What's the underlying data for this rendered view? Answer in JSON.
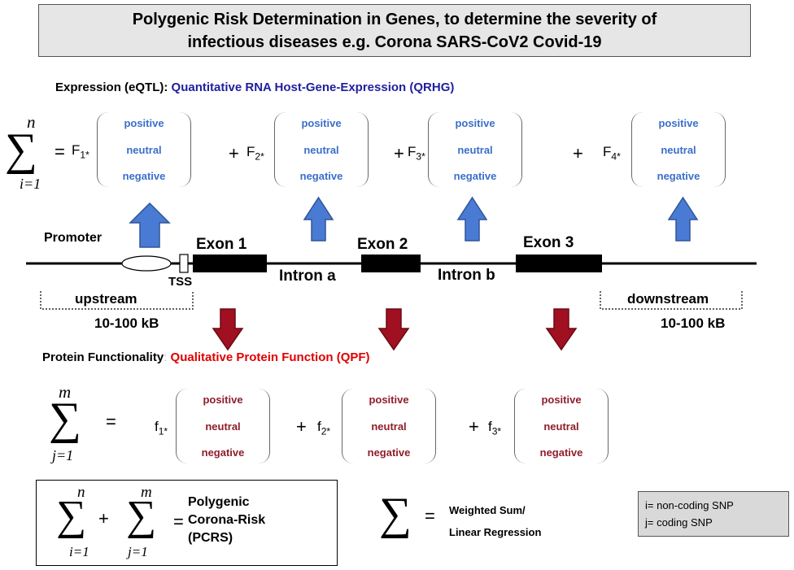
{
  "title": {
    "line1": "Polygenic Risk Determination in Genes, to determine the severity of",
    "line2": "infectious diseases e.g. Corona SARS-CoV2 Covid-19"
  },
  "expression": {
    "prefix": "Expression (eQTL): ",
    "highlight": "Quantitative RNA Host-Gene-Expression (QRHG)",
    "sum_upper": "n",
    "sum_lower": "i=1",
    "equals": "=",
    "plus": "+",
    "factors": [
      {
        "base": "F",
        "sub": "1*",
        "states": [
          "positive",
          "neutral",
          "negative"
        ]
      },
      {
        "base": "F",
        "sub": "2*",
        "states": [
          "positive",
          "neutral",
          "negative"
        ]
      },
      {
        "base": "F",
        "sub": "3*",
        "states": [
          "positive",
          "neutral",
          "negative"
        ]
      },
      {
        "base": "F",
        "sub": "4*",
        "states": [
          "positive",
          "neutral",
          "negative"
        ]
      }
    ]
  },
  "gene": {
    "promoter": "Promoter",
    "tss": "TSS",
    "exons": [
      "Exon 1",
      "Exon 2",
      "Exon 3"
    ],
    "introns": [
      "Intron a",
      "Intron b"
    ],
    "upstream": "upstream",
    "downstream": "downstream",
    "upstream_range": "10-100 kB",
    "downstream_range": "10-100 kB"
  },
  "protein": {
    "prefix": "Protein Functionality",
    "colon": ":",
    "highlight": "Qualitative Protein Function (QPF)",
    "sum_upper": "m",
    "sum_lower": "j=1",
    "equals": "=",
    "plus": "+",
    "factors": [
      {
        "base": "f",
        "sub": "1*",
        "states": [
          "positive",
          "neutral",
          "negative"
        ]
      },
      {
        "base": "f",
        "sub": "2*",
        "states": [
          "positive",
          "neutral",
          "negative"
        ]
      },
      {
        "base": "f",
        "sub": "3*",
        "states": [
          "positive",
          "neutral",
          "negative"
        ]
      }
    ]
  },
  "pcrs": {
    "sum1_upper": "n",
    "sum1_lower": "i=1",
    "sum2_upper": "m",
    "sum2_lower": "j=1",
    "plus": "+",
    "equals": "=",
    "line1": "Polygenic",
    "line2": "Corona-Risk",
    "line3": "(PCRS)"
  },
  "weighted": {
    "equals": "=",
    "line1": "Weighted Sum/",
    "line2": "Linear Regression"
  },
  "legend": {
    "line1": "i= non-coding SNP",
    "line2": "j= coding SNP"
  },
  "sigma_symbol": "∑",
  "colors": {
    "title_bg": "#e6e6e6",
    "expression_text": "#1f1f9e",
    "protein_text": "#e00000",
    "positive_blue": "#3b6fc9",
    "positive_red": "#8f1d2c",
    "up_arrow": "#4a7bd4",
    "down_arrow": "#a01020"
  }
}
